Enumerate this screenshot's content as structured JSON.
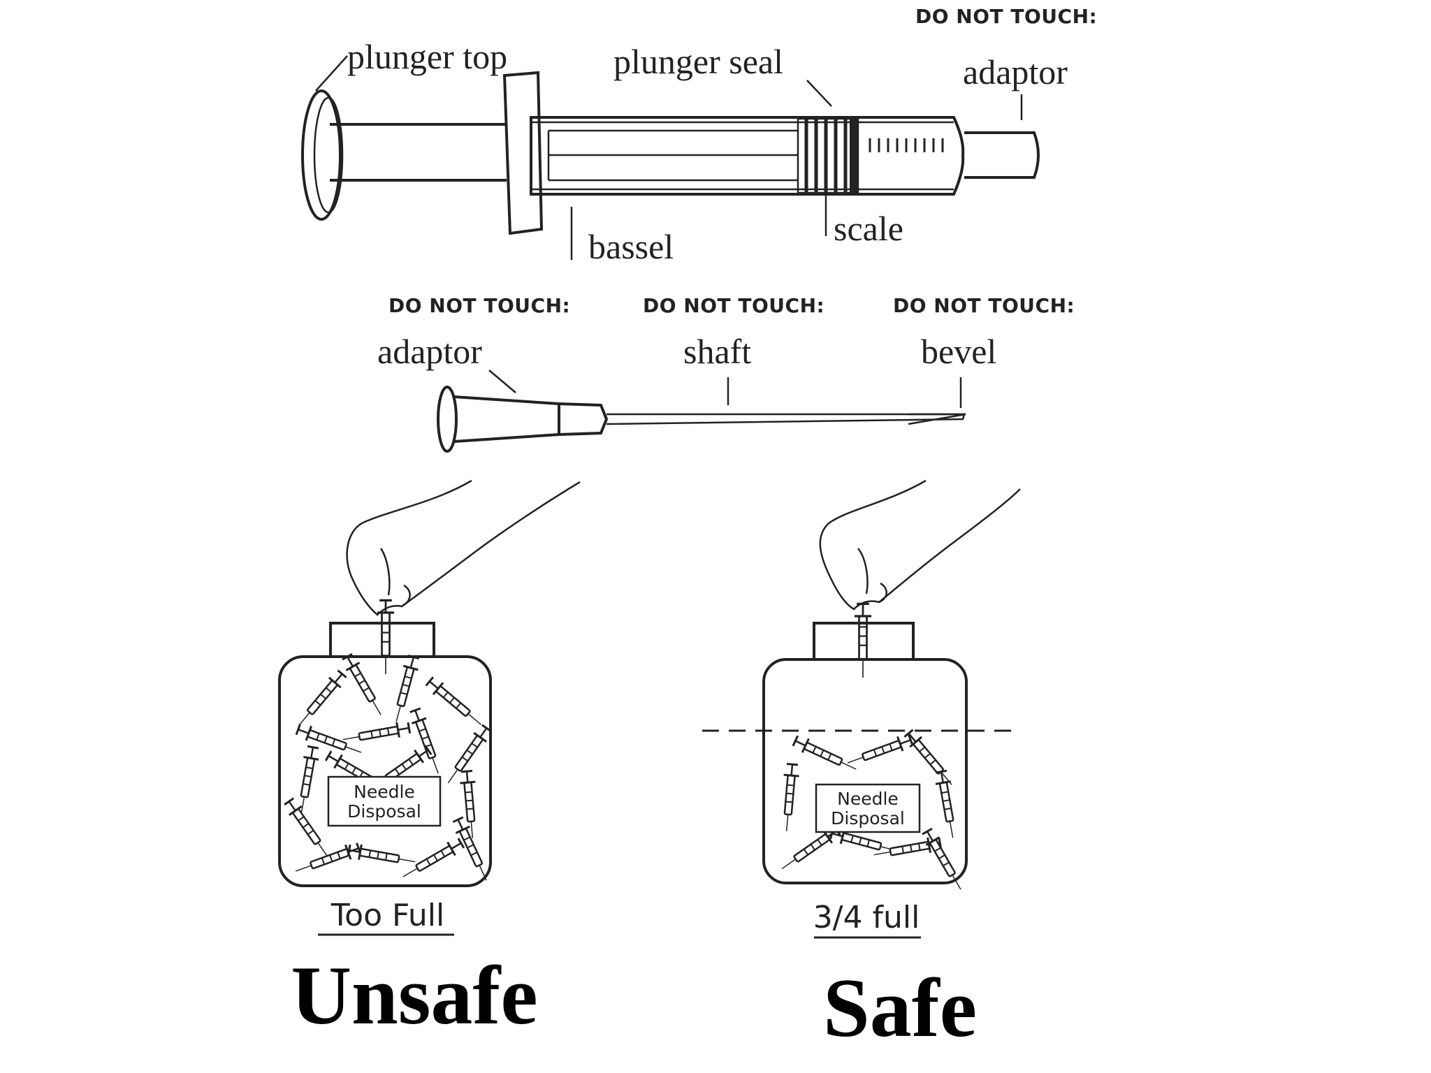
{
  "syringe": {
    "warning": "DO NOT TOUCH:",
    "labels": {
      "plunger_top": "plunger top",
      "plunger_seal": "plunger seal",
      "adaptor": "adaptor",
      "bassel": "bassel",
      "scale": "scale"
    }
  },
  "needle": {
    "warnings": [
      "DO NOT TOUCH:",
      "DO NOT TOUCH:",
      "DO NOT TOUCH:"
    ],
    "labels": {
      "adaptor": "adaptor",
      "shaft": "shaft",
      "bevel": "bevel"
    }
  },
  "containers": [
    {
      "jar_label": [
        "Needle",
        "Disposal"
      ],
      "caption": "Too Full",
      "verdict": "Unsafe"
    },
    {
      "jar_label": [
        "Needle",
        "Disposal"
      ],
      "caption": "3/4 full",
      "verdict": "Safe"
    }
  ],
  "colors": {
    "ink": "#222222",
    "verdict": "#000000",
    "background": "#ffffff"
  }
}
